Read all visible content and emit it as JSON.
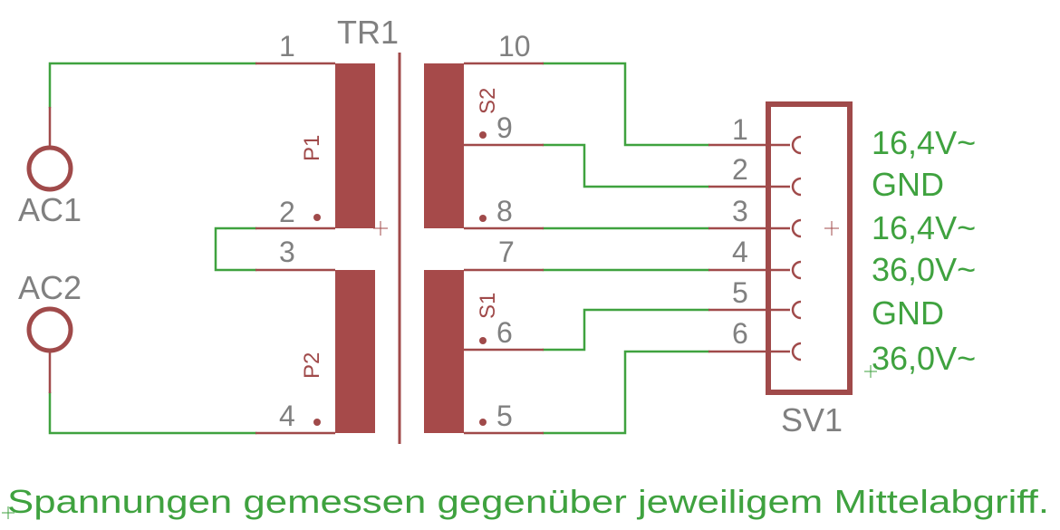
{
  "transformer": {
    "name": "TR1",
    "primary_labels": [
      "P1",
      "P2"
    ],
    "secondary_labels": [
      "S2",
      "S1"
    ],
    "pins": {
      "p1": "1",
      "p2": "2",
      "p3": "3",
      "p4": "4",
      "s10": "10",
      "s9": "9",
      "s8": "8",
      "s7": "7",
      "s6": "6",
      "s5": "5"
    }
  },
  "sources": [
    {
      "name": "AC1"
    },
    {
      "name": "AC2"
    }
  ],
  "connector": {
    "name": "SV1",
    "pins": [
      "1",
      "2",
      "3",
      "4",
      "5",
      "6"
    ],
    "voltages": [
      "16,4V~",
      "GND",
      "16,4V~",
      "36,0V~",
      "GND",
      "36,0V~"
    ]
  },
  "note": "Spannungen gemessen gegenüber jeweiligem Mittelabgriff.",
  "colors": {
    "wire": "#3fa23f",
    "symbol": "#a04a4a",
    "label": "#808080"
  }
}
